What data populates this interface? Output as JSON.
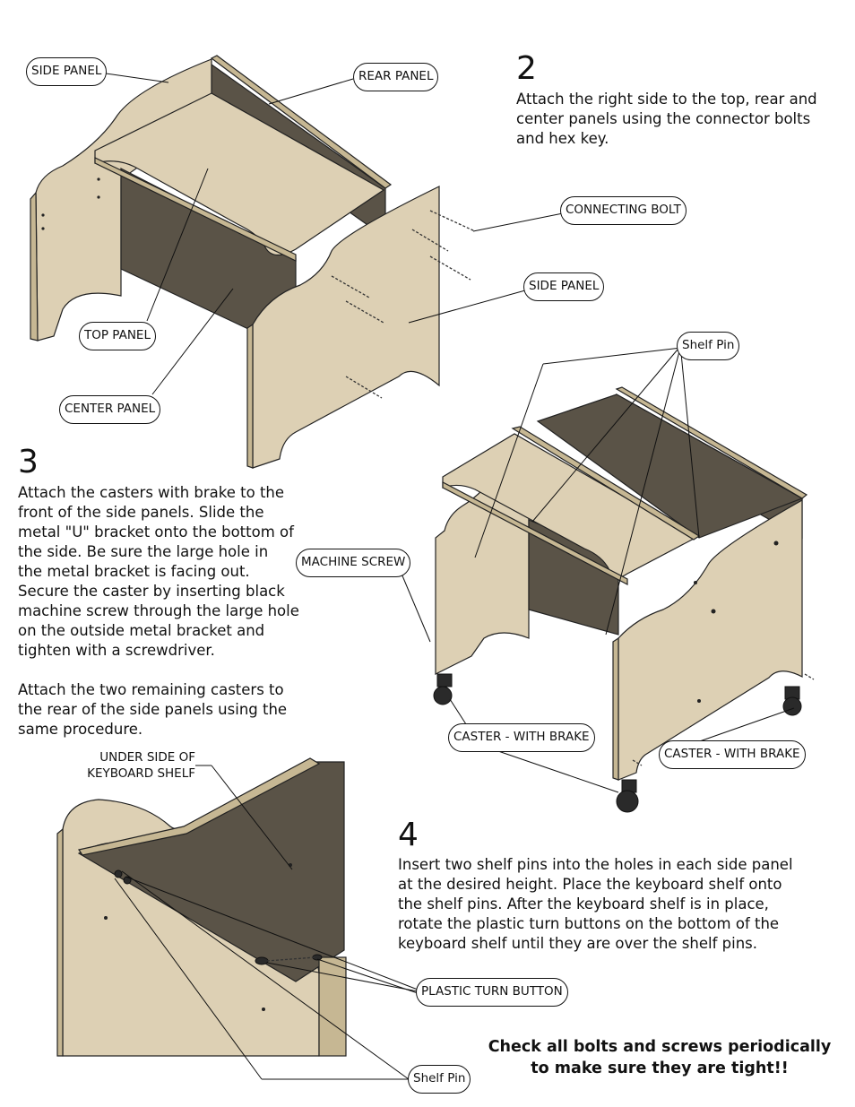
{
  "steps": [
    {
      "number": "2",
      "text": "Attach the right side to the top, rear and\ncenter panels using the connector bolts\nand hex key."
    },
    {
      "number": "3",
      "text": "Attach the casters with brake to the\nfront of the side panels.  Slide the\nmetal \"U\" bracket onto the bottom of\nthe side.  Be sure the large hole in\nthe metal bracket is facing out.\nSecure the caster by inserting black\nmachine screw through the large hole\non the outside metal bracket and\ntighten with a screwdriver.\n\nAttach the two remaining casters to\nthe rear of the side panels using the\nsame procedure."
    },
    {
      "number": "4",
      "text": "Insert two shelf pins into the holes in each side panel\nat the desired height.  Place the keyboard shelf onto\nthe shelf pins.  After the keyboard shelf is in place,\nrotate the plastic turn buttons on the bottom of the\nkeyboard shelf until they are over the shelf pins."
    }
  ],
  "labels": {
    "side_panel_left": "SIDE PANEL",
    "rear_panel": "REAR PANEL",
    "connecting_bolt": "CONNECTING BOLT",
    "side_panel_right": "SIDE PANEL",
    "top_panel": "TOP PANEL",
    "center_panel": "CENTER PANEL",
    "shelf_pin_top": "Shelf Pin",
    "machine_screw": "MACHINE SCREW",
    "caster_left": "CASTER - WITH BRAKE",
    "caster_right": "CASTER - WITH BRAKE",
    "under_side": "UNDER SIDE OF\nKEYBOARD SHELF",
    "plastic_turn_button": "PLASTIC TURN BUTTON",
    "shelf_pin_bottom": "Shelf Pin"
  },
  "warning": "Check all bolts and screws periodically\nto make sure they are tight!!",
  "colors": {
    "wood": "#ddd0b4",
    "wood_edge": "#c6b793",
    "shadow": "#5a5347",
    "outline": "#222222"
  }
}
